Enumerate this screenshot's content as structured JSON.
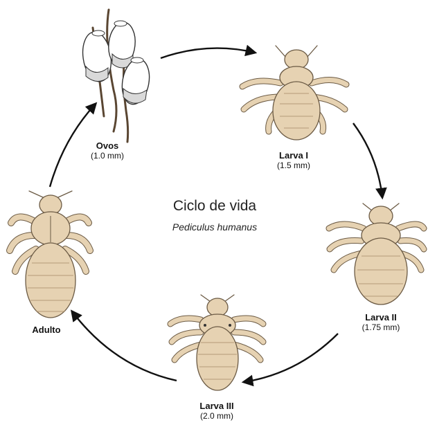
{
  "title": "Ciclo de vida",
  "subtitle": "Pediculus humanus",
  "stages": [
    {
      "name": "Ovos",
      "size": "(1.0 mm)"
    },
    {
      "name": "Larva I",
      "size": "(1.5 mm)"
    },
    {
      "name": "Larva II",
      "size": "(1.75 mm)"
    },
    {
      "name": "Larva III",
      "size": "(2.0 mm)"
    },
    {
      "name": "Adulto",
      "size": ""
    }
  ],
  "colors": {
    "body_fill": "#e6d2b2",
    "body_stroke": "#6b5a44",
    "egg_fill": "#ffffff",
    "egg_band": "#d9d9d9",
    "hair": "#5a4632",
    "arrow": "#111111"
  }
}
